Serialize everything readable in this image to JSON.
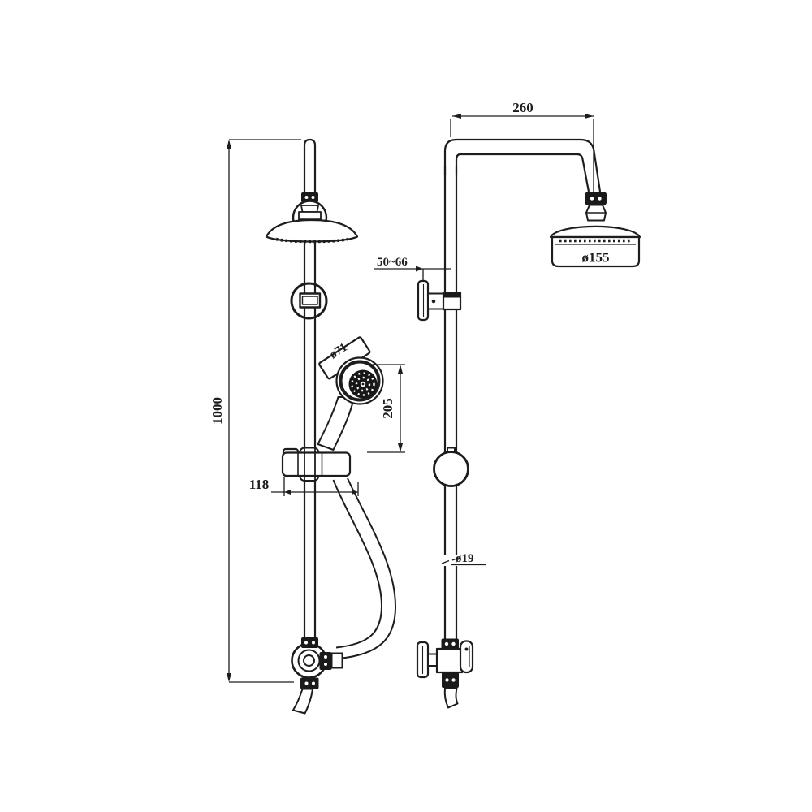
{
  "page": {
    "background": "#ffffff",
    "ink": "#1d1d1d"
  },
  "drawing": {
    "subject": "shower-column-two-view-technical-drawing",
    "dimensions": {
      "arm_length": "260",
      "wall_clearance": "50~66",
      "overhead_diameter": "ø155",
      "handshower_diameter": "ø71",
      "handshower_length": "205",
      "bracket_offset": "118",
      "column_height": "1000",
      "pipe_diameter": "ø19"
    }
  }
}
